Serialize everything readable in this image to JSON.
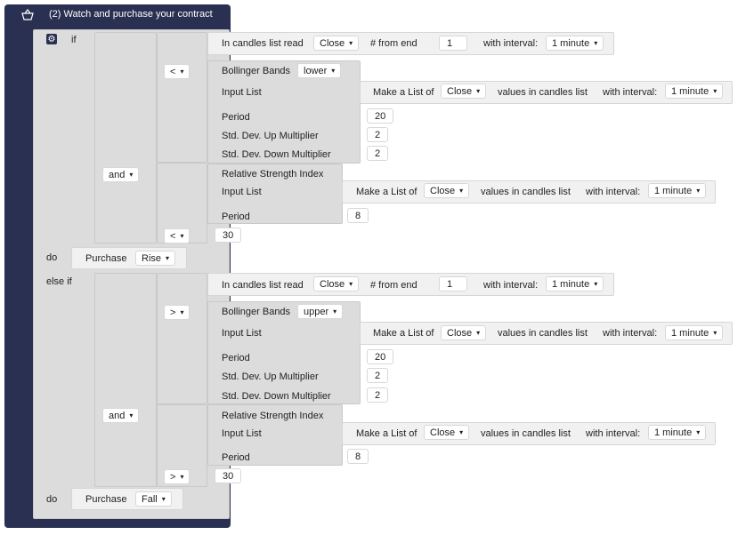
{
  "header": {
    "icon": "basket-icon",
    "title": "(2) Watch and purchase your contract"
  },
  "logic": {
    "if": "if",
    "do": "do",
    "else_if": "else if",
    "and": "and",
    "and_arrow": "▾"
  },
  "candles": {
    "read_label": "In candles list read",
    "field": "Close",
    "from_end_label": "# from end",
    "from_end_value": "1",
    "interval_label": "with interval:",
    "interval": "1 minute"
  },
  "bb": {
    "label": "Bollinger Bands",
    "band_if": "lower",
    "band_else": "upper",
    "input_list": "Input List",
    "period_label": "Period",
    "period": "20",
    "up_label": "Std. Dev. Up Multiplier",
    "up": "2",
    "down_label": "Std. Dev. Down Multiplier",
    "down": "2"
  },
  "list": {
    "make_label": "Make a List of",
    "field": "Close",
    "values_label": "values in candles list",
    "interval_label": "with interval:",
    "interval": "1 minute"
  },
  "rsi": {
    "label": "Relative Strength Index",
    "input_list": "Input List",
    "period_label": "Period",
    "period": "8",
    "threshold": "30"
  },
  "ops": {
    "lt": "<",
    "gt": ">"
  },
  "purchase": {
    "label": "Purchase",
    "rise": "Rise",
    "fall": "Fall"
  },
  "arrow": "▾"
}
